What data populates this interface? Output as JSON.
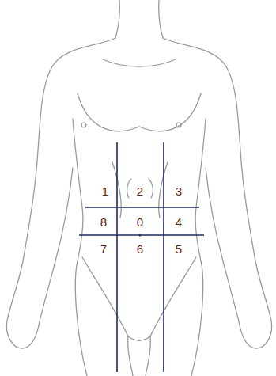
{
  "diagram": {
    "labels": [
      "1",
      "2",
      "3",
      "8",
      "0",
      "4",
      "7",
      "6",
      "5"
    ]
  }
}
